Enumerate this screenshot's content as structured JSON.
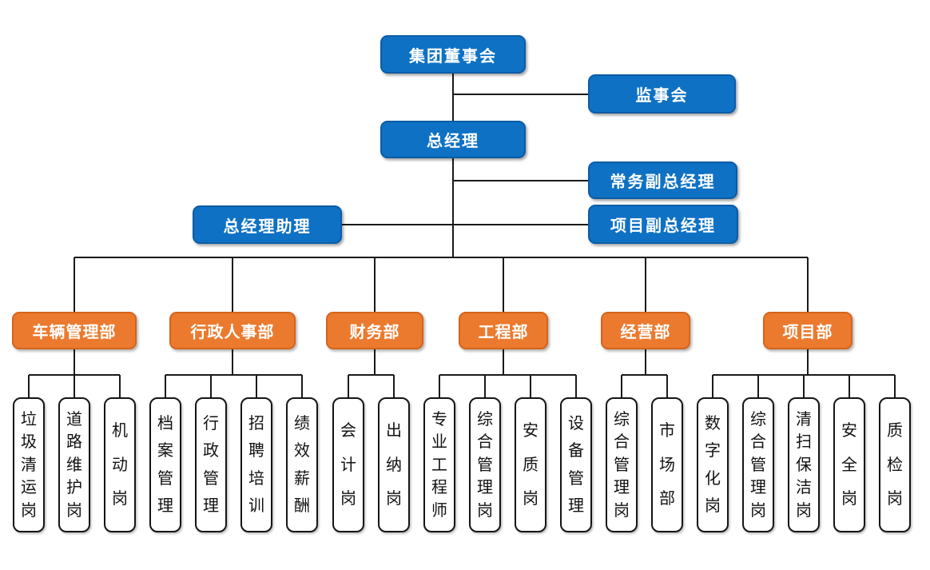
{
  "colors": {
    "primary_blue": "#0E71C4",
    "blue_border": "#0B5CA6",
    "accent_orange": "#EC7A2E",
    "orange_border": "#D4641C",
    "line": "#1A1A1A",
    "node_border": "#151515",
    "node_bg": "#FFFFFF",
    "canvas_bg": "#FFFFFF"
  },
  "executive": {
    "board": "集团董事会",
    "supervisory_board": "监事会",
    "general_manager": "总经理",
    "executive_deputy_gm": "常务副总经理",
    "gm_assistant": "总经理助理",
    "project_deputy_gm": "项目副总经理"
  },
  "departments": [
    {
      "label": "车辆管理部",
      "children": [
        "垃圾清运岗",
        "道路维护岗",
        "机动岗"
      ]
    },
    {
      "label": "行政人事部",
      "children": [
        "档案管理",
        "行政管理",
        "招聘培训",
        "绩效薪酬"
      ]
    },
    {
      "label": "财务部",
      "children": [
        "会计岗",
        "出纳岗"
      ]
    },
    {
      "label": "工程部",
      "children": [
        "专业工程师",
        "综合管理岗",
        "安质岗",
        "设备管理"
      ]
    },
    {
      "label": "经营部",
      "children": [
        "综合管理岗",
        "市场部"
      ]
    },
    {
      "label": "项目部",
      "children": [
        "数字化岗",
        "综合管理岗",
        "清扫保洁岗",
        "安全岗",
        "质检岗"
      ]
    }
  ]
}
